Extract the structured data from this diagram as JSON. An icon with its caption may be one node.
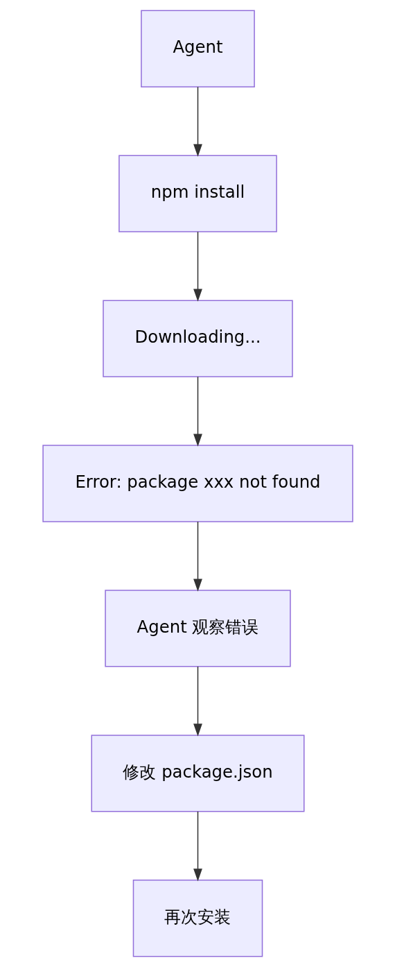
{
  "diagram": {
    "nodes": [
      {
        "text": [
          "Agent"
        ]
      },
      {
        "text": [
          "npm install"
        ]
      },
      {
        "text": [
          "Downloading..."
        ]
      },
      {
        "text": [
          "Error: package xxx not found"
        ]
      },
      {
        "text": [
          "Agent 观察错误"
        ]
      },
      {
        "text": [
          "修改 package.json"
        ]
      },
      {
        "text": [
          "再次安装"
        ]
      }
    ],
    "edges": [
      {
        "from": 0,
        "to": 1,
        "arrow": "to"
      },
      {
        "from": 1,
        "to": 2,
        "arrow": "to"
      },
      {
        "from": 2,
        "to": 3,
        "arrow": "to"
      },
      {
        "from": 3,
        "to": 4,
        "arrow": "to"
      },
      {
        "from": 4,
        "to": 5,
        "arrow": "to"
      },
      {
        "from": 5,
        "to": 6,
        "arrow": "to"
      }
    ]
  }
}
